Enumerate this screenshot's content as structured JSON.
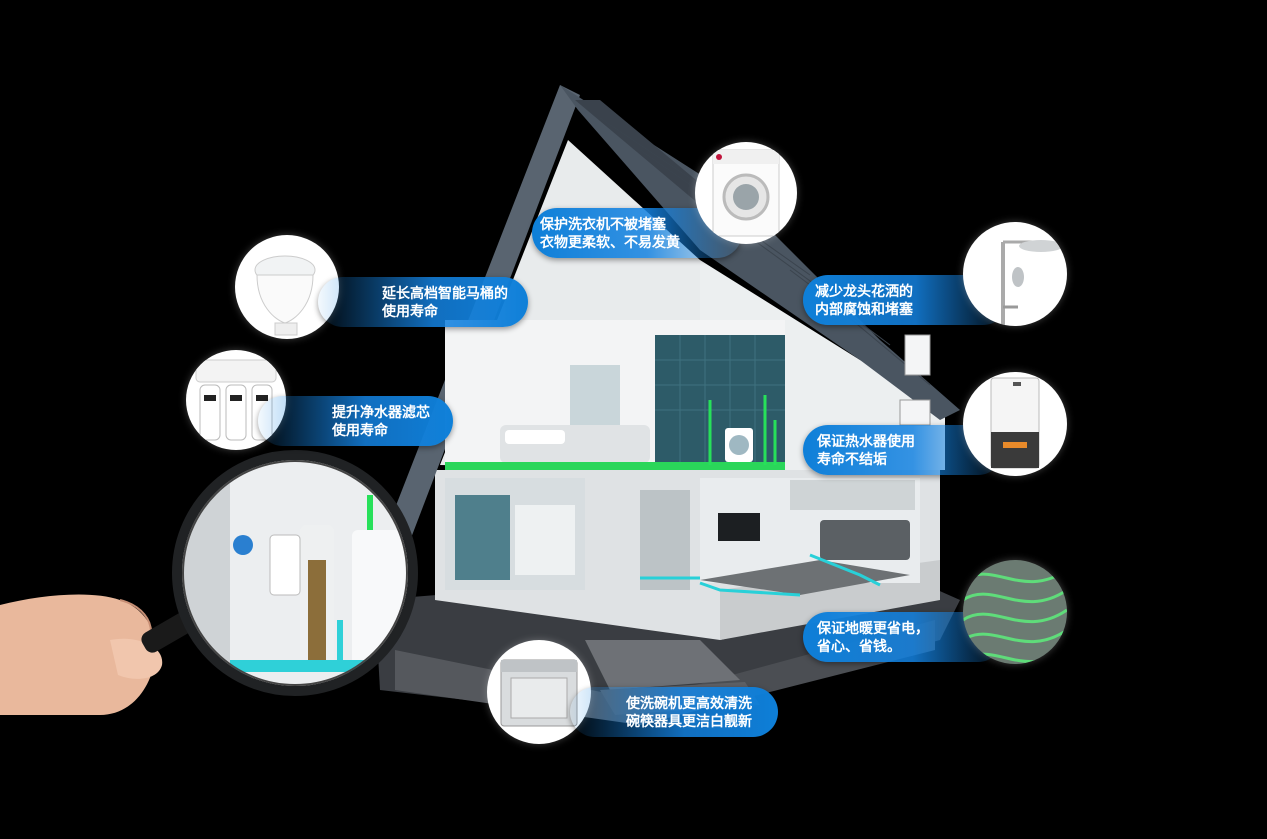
{
  "callouts": {
    "toilet": {
      "line1": "延长高档智能马桶的",
      "line2": "使用寿命",
      "icon": "toilet-icon"
    },
    "purifier": {
      "line1": "提升净水器滤芯",
      "line2": "使用寿命",
      "icon": "water-purifier-icon"
    },
    "washer": {
      "line1": "保护洗衣机不被堵塞",
      "line2": "衣物更柔软、不易发黄",
      "icon": "washing-machine-icon"
    },
    "shower": {
      "line1": "减少龙头花洒的",
      "line2": "内部腐蚀和堵塞",
      "icon": "shower-icon"
    },
    "heater": {
      "line1": "保证热水器使用",
      "line2": "寿命不结垢",
      "icon": "water-heater-icon"
    },
    "floor": {
      "line1": "保证地暖更省电，",
      "line2": "省心、省钱。",
      "icon": "floor-heating-icon"
    },
    "dishwasher": {
      "line1": "使洗碗机更高效清洗",
      "line2": "碗筷器具更洁白靓新",
      "icon": "dishwasher-icon"
    }
  },
  "colors": {
    "accent": "#0e7fd8",
    "pipe": "#27e05a",
    "roof": "#4a5561",
    "background": "#000000"
  }
}
